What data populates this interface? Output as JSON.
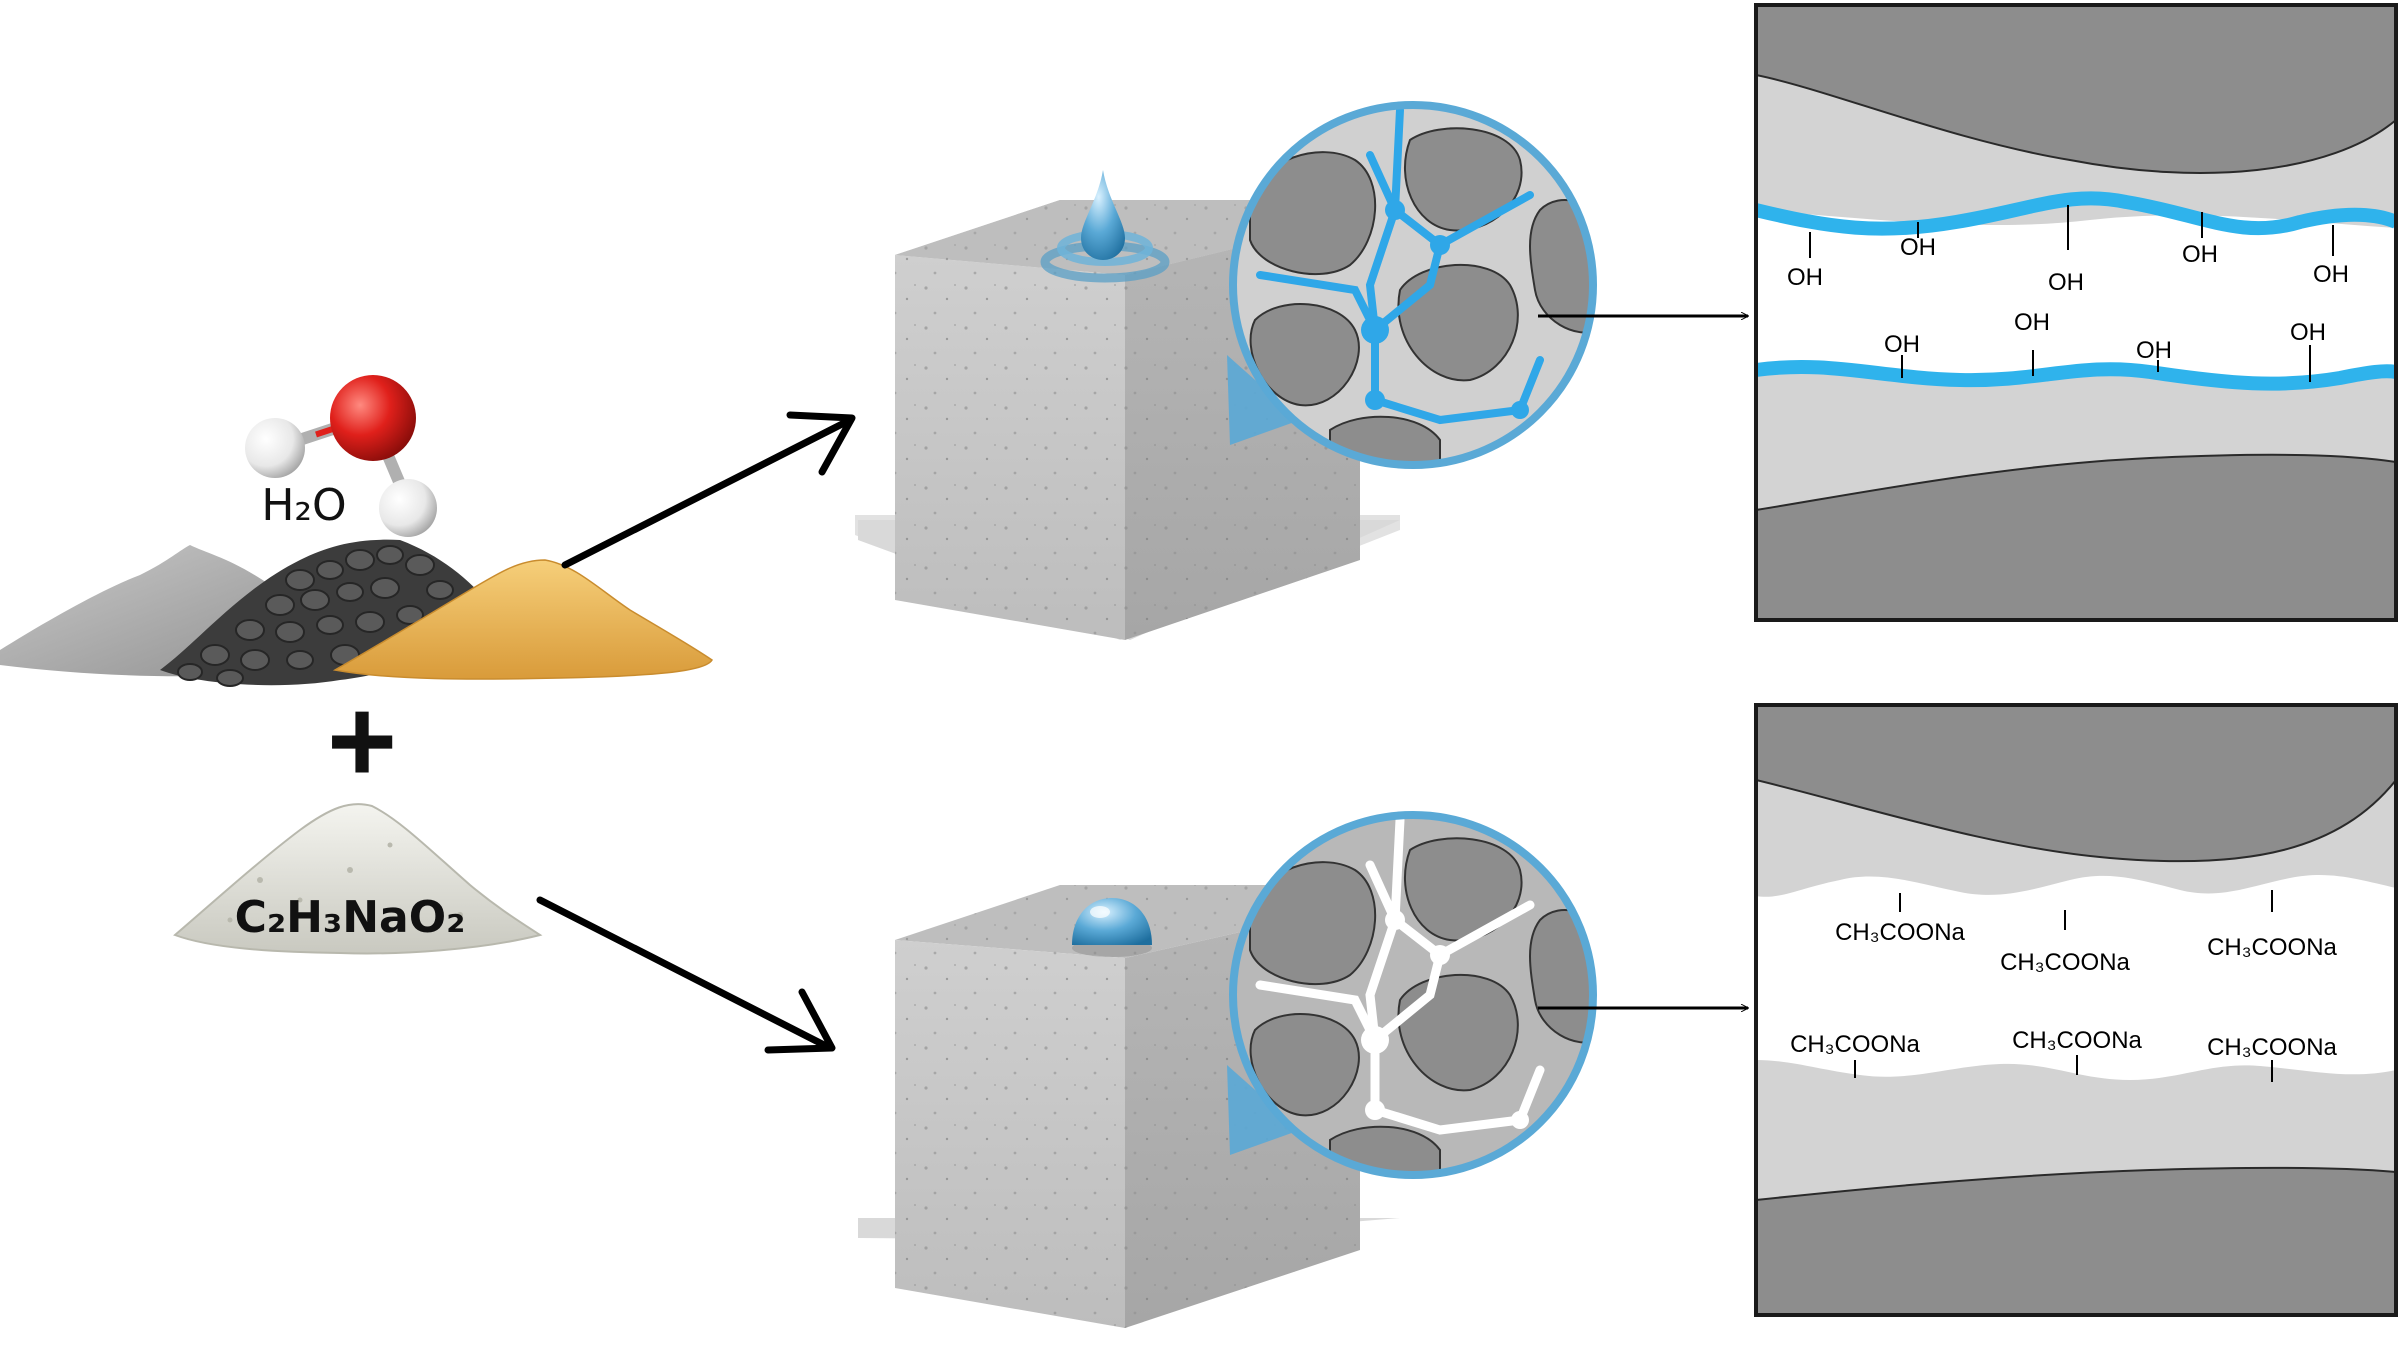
{
  "inputs": {
    "water_label": "H₂O",
    "plus_sign": "+",
    "additive_label": "C₂H₃NaO₂"
  },
  "top_panel": {
    "group_labels": [
      "OH",
      "OH",
      "OH",
      "OH",
      "OH",
      "OH",
      "OH",
      "OH",
      "OH"
    ]
  },
  "bottom_panel": {
    "group_labels": [
      "CH₃COONa",
      "CH₃COONa",
      "CH₃COONa",
      "CH₃COONa",
      "CH₃COONa",
      "CH₃COONa"
    ]
  },
  "colors": {
    "water_blue": "#2fb3ec",
    "sand": "#e9b75a",
    "concrete": "#c7c7c7",
    "aggregate_dark": "#8d8d8d",
    "paste_light": "#d3d3d3",
    "oxygen_red": "#e0201b"
  }
}
